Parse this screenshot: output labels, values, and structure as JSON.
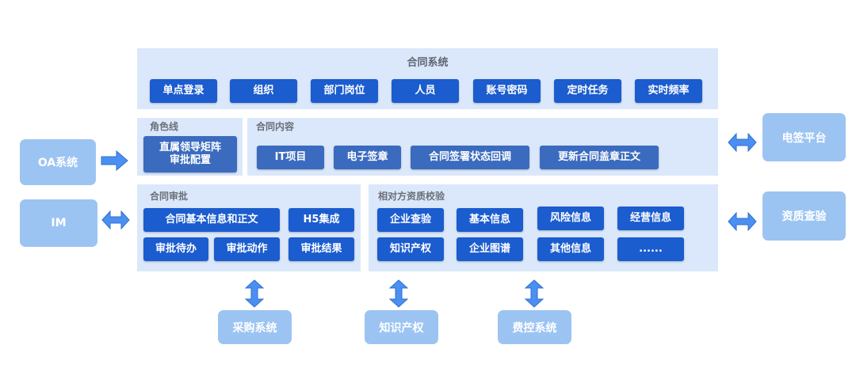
{
  "colors": {
    "panel_bg": "#dbe8fb",
    "button_dark": "#1b5ccf",
    "button_mid": "#3a6bbf",
    "side_box": "#9cc4f2",
    "arrow": "#4b8ff0"
  },
  "top_system": {
    "title": "合同系统",
    "modules": [
      "单点登录",
      "组织",
      "部门岗位",
      "人员",
      "账号密码",
      "定时任务",
      "实时频率"
    ]
  },
  "role_line": {
    "title": "角色线",
    "item_line1": "直属领导矩阵",
    "item_line2": "审批配置"
  },
  "contract_content": {
    "title": "合同内容",
    "items": [
      "IT项目",
      "电子签章",
      "合同签署状态回调",
      "更新合同盖章正文"
    ]
  },
  "contract_approval": {
    "title": "合同审批",
    "items": [
      "合同基本信息和正文",
      "H5集成",
      "审批待办",
      "审批动作",
      "审批结果"
    ]
  },
  "qualification": {
    "title": "相对方资质校验",
    "items": [
      "企业查验",
      "基本信息",
      "风险信息",
      "经营信息",
      "知识产权",
      "企业图谱",
      "其他信息",
      "......"
    ]
  },
  "left_systems": [
    "OA系统",
    "IM"
  ],
  "right_systems": [
    "电签平台",
    "资质查验"
  ],
  "bottom_systems": [
    "采购系统",
    "知识产权",
    "费控系统"
  ]
}
